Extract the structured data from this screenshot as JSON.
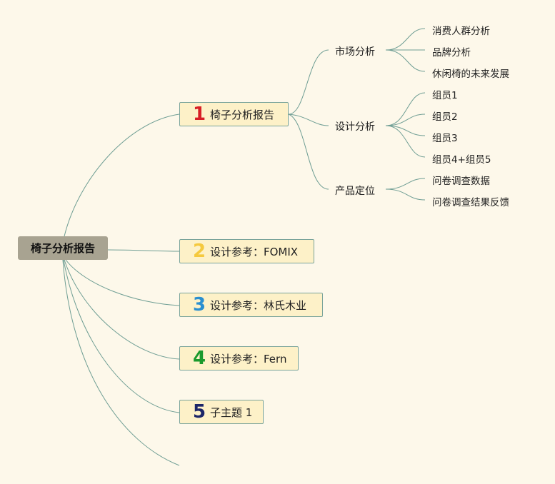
{
  "root": {
    "label": "椅子分析报告"
  },
  "topics": [
    {
      "number": "1",
      "label": "椅子分析报告",
      "number_color": "#d81f26"
    },
    {
      "number": "2",
      "label": "设计参考：FOMIX",
      "number_color": "#f5c93e"
    },
    {
      "number": "3",
      "label": "设计参考：林氏木业",
      "number_color": "#2a8fd0"
    },
    {
      "number": "4",
      "label": "设计参考：Fern",
      "number_color": "#1a9a2c"
    },
    {
      "number": "5",
      "label": "子主题 1",
      "number_color": "#1c2668"
    }
  ],
  "subtopics": [
    {
      "label": "市场分析",
      "children": [
        "消费人群分析",
        "品牌分析",
        "休闲椅的未来发展"
      ]
    },
    {
      "label": "设计分析",
      "children": [
        "组员1",
        "组员2",
        "组员3",
        "组员4+组员5"
      ]
    },
    {
      "label": "产品定位",
      "children": [
        "问卷调查数据",
        "问卷调查结果反馈"
      ]
    }
  ],
  "colors": {
    "background": "#fdf8ea",
    "line": "#6f9e94",
    "root_fill": "#a8a391",
    "topic_fill": "#fdf1c8"
  }
}
